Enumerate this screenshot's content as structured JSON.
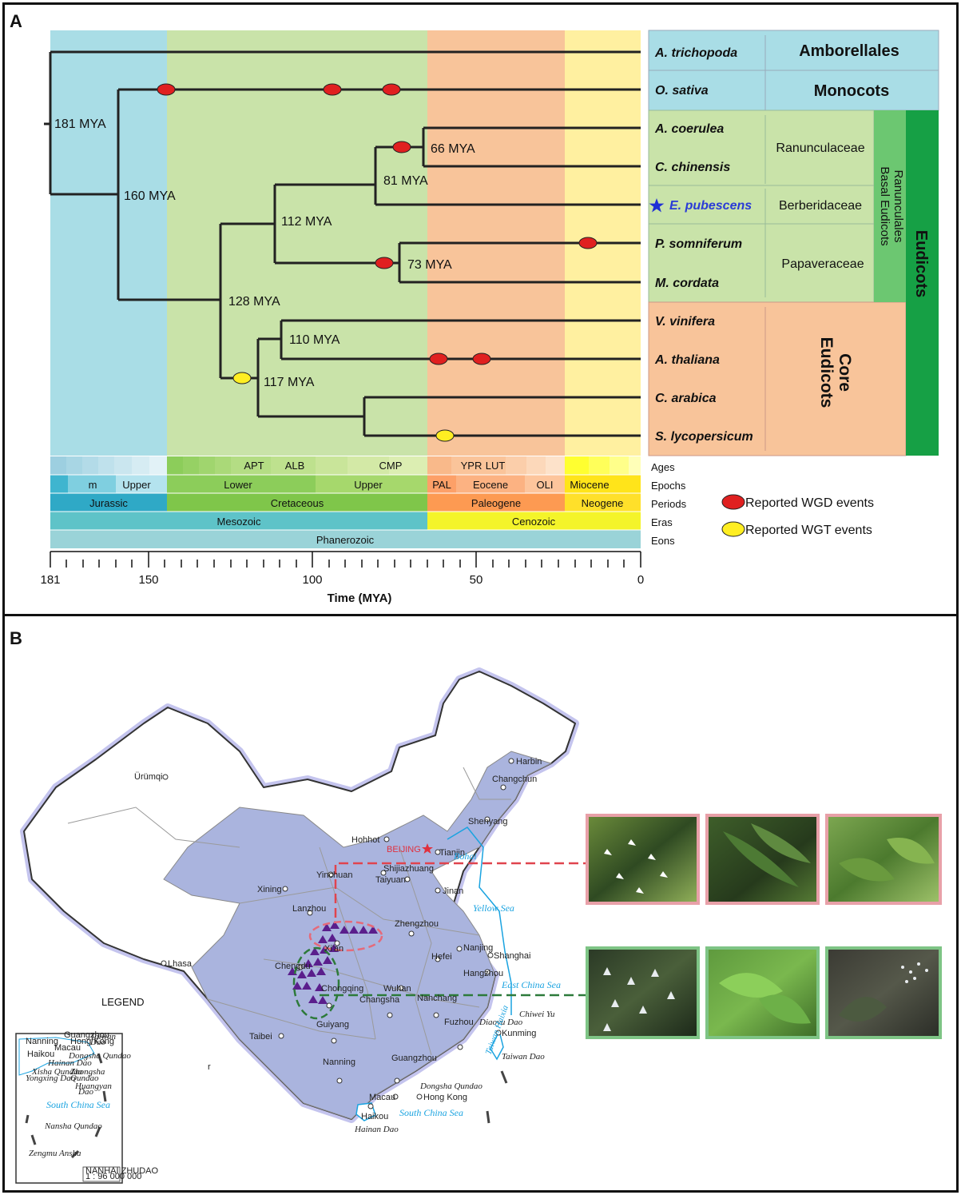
{
  "panel_a": {
    "label": "A",
    "species": [
      {
        "name": "A. trichopoda"
      },
      {
        "name": "O. sativa"
      },
      {
        "name": "A. coerulea"
      },
      {
        "name": "C. chinensis"
      },
      {
        "name": "E. pubescens"
      },
      {
        "name": "P. somniferum"
      },
      {
        "name": "M. cordata"
      },
      {
        "name": "V. vinifera"
      },
      {
        "name": "A. thaliana"
      },
      {
        "name": "C. arabica"
      },
      {
        "name": "S. lycopersicum"
      }
    ],
    "nodes": [
      {
        "label": "181 MYA"
      },
      {
        "label": "160 MYA"
      },
      {
        "label": "128 MYA"
      },
      {
        "label": "112 MYA"
      },
      {
        "label": "81 MYA"
      },
      {
        "label": "66 MYA"
      },
      {
        "label": "73 MYA"
      },
      {
        "label": "117 MYA"
      },
      {
        "label": "110 MYA"
      }
    ],
    "groups": {
      "amborellales": "Amborellales",
      "monocots": "Monocots",
      "ranunculaceae": "Ranunculaceae",
      "berberidaceae": "Berberidaceae",
      "papaveraceae": "Papaveraceae",
      "core_eudicots_1": "Core",
      "core_eudicots_2": "Eudicots",
      "ranunculales": "Ranunculales",
      "basal_eudicots": "Basal Eudicots",
      "eudicots": "Eudicots"
    },
    "timescale": {
      "ages": [
        "APT",
        "ALB",
        "CMP",
        "YPR",
        "LUT"
      ],
      "epochs": [
        "m",
        "Upper",
        "Lower",
        "Upper",
        "PAL",
        "Eocene",
        "OLI",
        "Miocene"
      ],
      "periods": [
        "Jurassic",
        "Cretaceous",
        "Paleogene",
        "Neogene"
      ],
      "eras": [
        "Mesozoic",
        "Cenozoic"
      ],
      "eons": [
        "Phanerozoic"
      ],
      "row_labels": [
        "Ages",
        "Epochs",
        "Periods",
        "Eras",
        "Eons"
      ]
    },
    "axis": {
      "ticks": [
        "181",
        "150",
        "100",
        "50",
        "0"
      ],
      "xlabel": "Time (MYA)"
    },
    "legend": {
      "wgd": "Reported WGD events",
      "wgt": "Reported WGT events",
      "wgd_color": "#e02020",
      "wgt_color": "#ffee22"
    },
    "colors": {
      "jurassic": "#a9dde6",
      "cretaceous": "#c9e3a9",
      "paleogene": "#f8c49a",
      "neogene": "#fff0a0"
    }
  },
  "panel_b": {
    "label": "B",
    "legend_title": "LEGEND",
    "cities": [
      {
        "name": "Harbin"
      },
      {
        "name": "Changchun"
      },
      {
        "name": "Shenyang"
      },
      {
        "name": "Ürümqi"
      },
      {
        "name": "Hohhot"
      },
      {
        "name": "BEIJING"
      },
      {
        "name": "Tianjin"
      },
      {
        "name": "Yinchuan"
      },
      {
        "name": "Shijiazhuang"
      },
      {
        "name": "Taiyuan"
      },
      {
        "name": "Jinan"
      },
      {
        "name": "Xining"
      },
      {
        "name": "Lanzhou"
      },
      {
        "name": "Xi'an"
      },
      {
        "name": "Zhengzhou"
      },
      {
        "name": "Nanjing"
      },
      {
        "name": "Shanghai"
      },
      {
        "name": "Hefei"
      },
      {
        "name": "Chengdu"
      },
      {
        "name": "Wuhan"
      },
      {
        "name": "Hangzhou"
      },
      {
        "name": "Lhasa"
      },
      {
        "name": "Chongqing"
      },
      {
        "name": "Changsha"
      },
      {
        "name": "Nanchang"
      },
      {
        "name": "Fuzhou"
      },
      {
        "name": "Guiyang"
      },
      {
        "name": "Kunming"
      },
      {
        "name": "Taibei"
      },
      {
        "name": "Nanning"
      },
      {
        "name": "Guangzhou"
      },
      {
        "name": "Hong Kong"
      },
      {
        "name": "Macau"
      },
      {
        "name": "Haikou"
      }
    ],
    "seas": {
      "yellow": "Yellow Sea",
      "east": "East China Sea",
      "south": "South China Sea",
      "inset_south": "South China Sea"
    },
    "islands": {
      "diaoyu": "Diaoyu Dao",
      "chiwei": "Chiwei Yu",
      "taiwan": "Taiwan Dao",
      "taiwan_strait": "Taiwan Haixia",
      "dongsha": "Dongsha Qundao",
      "hainan": "Hainan Dao",
      "bohai": "Bohai"
    },
    "inset": {
      "labels": [
        "Guangzhou",
        "Taiwan",
        "Dao",
        "Nanning",
        "Hong Kong",
        "Macau",
        "Dongsha Qundao",
        "Haikou",
        "Hainan Dao",
        "Xisha Qundao",
        "Yongxing Dao",
        "Zhongsha",
        "Qundao",
        "Huangyan",
        "Dao",
        "Nansha Qundao",
        "Zengmu Ansha"
      ],
      "scale_1": "NANHAI ZHUDAO",
      "scale_2": "1 : 96 000 000"
    },
    "stray_mark": "r",
    "colors": {
      "distribution": "#aab4de",
      "triangle": "#5a1e8c",
      "red_box": "#e8a0a8",
      "green_box": "#7ec485"
    }
  }
}
